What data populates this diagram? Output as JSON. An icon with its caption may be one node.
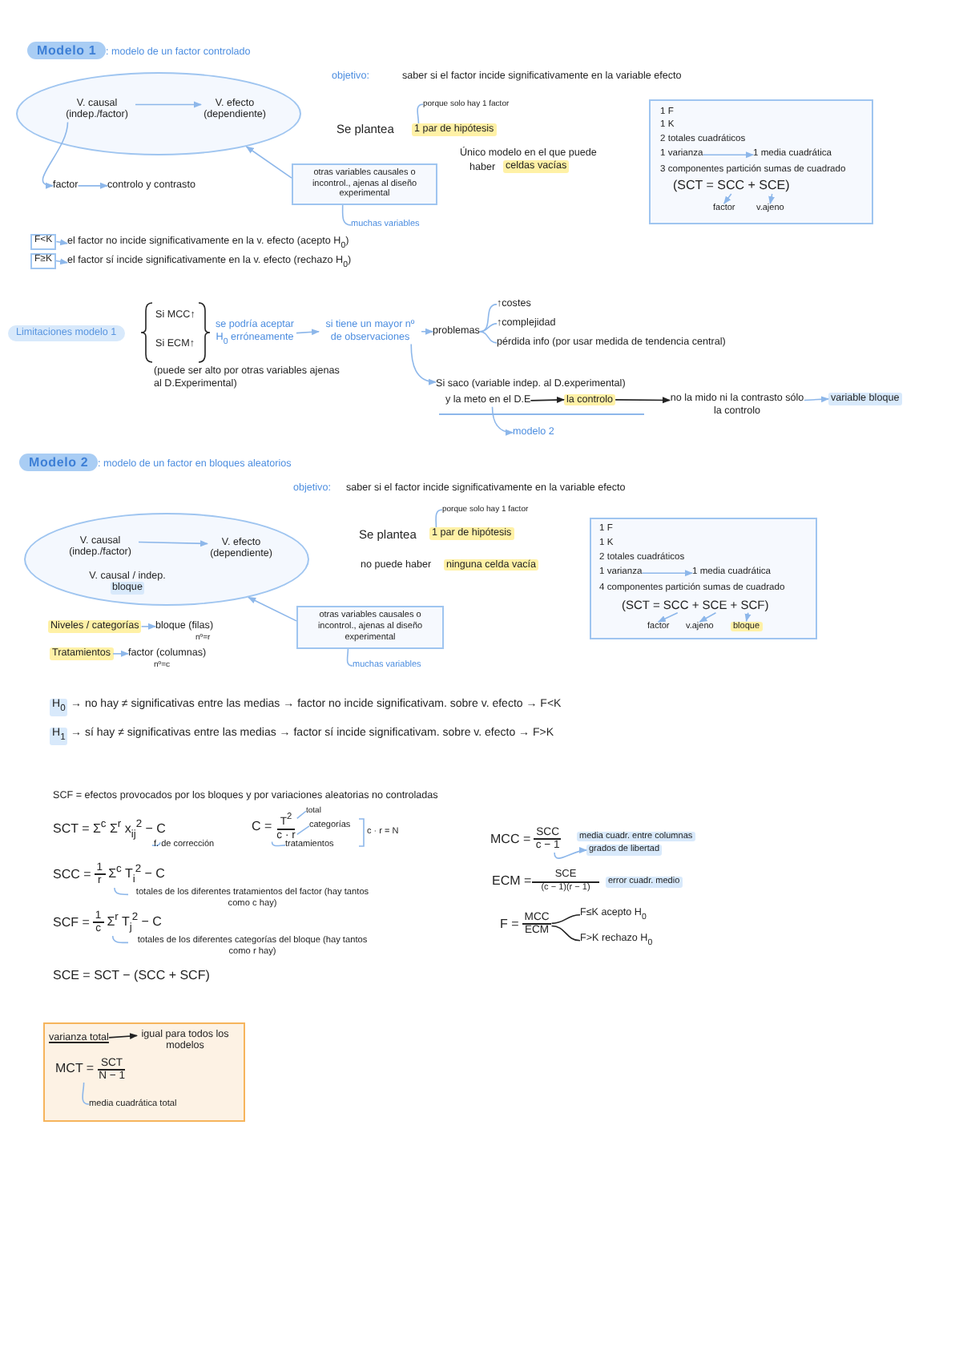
{
  "diagram": {
    "nodes": [
      {
        "text": [
          "Modelo 1"
        ],
        "beside": [
          ": modelo de un factor controlado"
        ]
      },
      {
        "text": [],
        "shape": "ellipse"
      },
      {
        "text": [
          "V. causal (indep./factor)"
        ],
        "in": 1
      },
      {
        "text": [
          "V. efecto (dependiente)"
        ],
        "in": 1
      },
      {
        "text": [
          "factor"
        ]
      },
      {
        "text": [
          "controlo y contrasto"
        ]
      },
      {
        "text": [
          "otras variables causales o incontrol., ajenas al diseño experimental"
        ]
      },
      {
        "text": [
          "muchas variables"
        ]
      },
      {
        "text": [
          "porque solo hay 1 factor"
        ]
      },
      {
        "text": [
          "1 par de hipótesis"
        ]
      },
      {
        "text": [
          "1 F",
          "1 K",
          "2 totales cuadráticos",
          "3 componentes partición sumas de cuadrado"
        ]
      },
      {
        "text": [
          "1 varianza"
        ],
        "in": 10
      },
      {
        "text": [
          "1 media cuadrática"
        ],
        "in": 10
      },
      {
        "text": [
          "(SCT = SCC + SCE)"
        ],
        "in": 10
      },
      {
        "text": [
          "factor"
        ],
        "in": 10
      },
      {
        "text": [
          "v.ajeno"
        ],
        "in": 10
      },
      {
        "text": [
          "F<K"
        ]
      },
      {
        "text": [
          "el factor no incide significativamente en la v. efecto (acepto H$_{0}$)"
        ]
      },
      {
        "text": [
          "F≥K"
        ]
      },
      {
        "text": [
          "el factor sí incide significativamente en la v. efecto (rechazo H$_{0}$)"
        ]
      },
      {
        "text": [
          "Limitaciones modelo 1"
        ]
      },
      {
        "text": [
          "se podría aceptar H$_{0}$ erróneamente"
        ]
      },
      {
        "text": [
          "si tiene un mayor nº de observaciones"
        ]
      },
      {
        "text": [
          "problemas"
        ]
      },
      {
        "text": [
          "↑costes"
        ]
      },
      {
        "text": [
          "↑complejidad"
        ]
      },
      {
        "text": [
          "pérdida info (por usar medida de tendencia central)"
        ]
      },
      {
        "text": [
          "Si saco (variable indep. al D.experimental)"
        ]
      },
      {
        "text": [
          "y la meto en el D.E"
        ]
      },
      {
        "text": [
          "la controlo"
        ]
      },
      {
        "text": [
          "no la mido ni la contrasto sólo la controlo"
        ]
      },
      {
        "text": [
          "variable bloque"
        ]
      },
      {
        "text": [
          "modelo 2"
        ]
      },
      {
        "text": [
          "Modelo 2"
        ],
        "beside": [
          ": modelo de un factor en bloques aleatorios"
        ]
      },
      {
        "text": [],
        "shape": "ellipse"
      },
      {
        "text": [
          "V. causal (indep./factor)"
        ],
        "in": 34
      },
      {
        "text": [
          "V. efecto (dependiente)"
        ],
        "in": 34
      },
      {
        "text": [
          "V. causal / indep.",
          "bloque"
        ],
        "in": 34
      },
      {
        "text": [
          "otras variables causales o incontrol., ajenas al diseño experimental"
        ]
      },
      {
        "text": [
          "muchas variables"
        ]
      },
      {
        "text": [
          "porque solo hay 1 factor"
        ]
      },
      {
        "text": [
          "1 par de hipótesis"
        ]
      },
      {
        "text": [
          "1 F",
          "1 K",
          "2 totales cuadráticos",
          "4 componentes partición sumas de cuadrado"
        ]
      },
      {
        "text": [
          "1 varianza"
        ],
        "in": 42
      },
      {
        "text": [
          "1 media cuadrática"
        ],
        "in": 42
      },
      {
        "text": [
          "(SCT = SCC + SCE + SCF)"
        ],
        "in": 42
      },
      {
        "text": [
          "factor"
        ],
        "in": 42
      },
      {
        "text": [
          "v.ajeno"
        ],
        "in": 42
      },
      {
        "text": [
          "bloque"
        ],
        "in": 42
      },
      {
        "text": [
          "Niveles / categorías"
        ]
      },
      {
        "text": [
          "bloque (filas)"
        ],
        "beside": [
          "nº=r"
        ]
      },
      {
        "text": [
          "Tratamientos"
        ]
      },
      {
        "text": [
          "factor (columnas)"
        ],
        "beside": [
          "nº=c"
        ]
      },
      {
        "text": [
          "SCT = Σ$^{c}$ Σ$^{r}$ x$_{ij}$$^{2}$ − C"
        ]
      },
      {
        "text": [
          "f. de corrección"
        ]
      },
      {
        "text": [
          "C =",
          "T$^{2}$",
          "c · r"
        ]
      },
      {
        "text": [
          "total"
        ]
      },
      {
        "text": [
          "categorías"
        ]
      },
      {
        "text": [
          "tratamientos"
        ]
      },
      {
        "text": [
          "SCC =",
          "1",
          "r",
          "Σ$^{c}$ T$_{i}$$^{2}$ − C"
        ]
      },
      {
        "text": [
          "totales de los diferentes tratamientos del factor (hay tantos como c hay)"
        ]
      },
      {
        "text": [
          "SCF =",
          "1",
          "c",
          "Σ$^{r}$ T$_{j}$$^{2}$ − C"
        ]
      },
      {
        "text": [
          "totales de los diferentes categorías del bloque (hay tantos como r hay)"
        ]
      },
      {
        "text": [
          "MCC =",
          "SCC",
          "c − 1"
        ]
      },
      {
        "text": [
          "grados de libertad"
        ]
      },
      {
        "text": [
          "F =",
          "MCC",
          "ECM"
        ]
      },
      {
        "text": [
          "F≤K acepto H$_{0}$"
        ]
      },
      {
        "text": [
          "F>K rechazo H$_{0}$"
        ]
      },
      {
        "text": [],
        "shape": "box"
      },
      {
        "text": [
          "varianza total"
        ],
        "in": 68
      },
      {
        "text": [
          "igual para todos los modelos"
        ],
        "in": 68
      },
      {
        "text": [
          "MCT =",
          "SCT",
          "N − 1"
        ],
        "in": 68
      },
      {
        "text": [
          "media cuadrática total"
        ],
        "in": 68
      }
    ],
    "edges": [
      {
        "from": 2,
        "to": 3,
        "arrow": "to"
      },
      {
        "from": 2,
        "to": 4,
        "arrow": "to"
      },
      {
        "from": 4,
        "to": 5,
        "arrow": "to"
      },
      {
        "from": 6,
        "to": 1,
        "arrow": "to"
      },
      {
        "from": 6,
        "to": 7,
        "arrow": "none"
      },
      {
        "from": 8,
        "to": 9,
        "arrow": "none"
      },
      {
        "from": 11,
        "to": 12,
        "arrow": "to"
      },
      {
        "from": 13,
        "to": 14,
        "arrow": "to"
      },
      {
        "from": 13,
        "to": 15,
        "arrow": "to"
      },
      {
        "from": 16,
        "to": 17,
        "arrow": "to"
      },
      {
        "from": 18,
        "to": 19,
        "arrow": "to"
      },
      {
        "from": 21,
        "to": 22,
        "arrow": "to"
      },
      {
        "from": 22,
        "to": 23,
        "arrow": "to"
      },
      {
        "from": 23,
        "to": 24,
        "arrow": "none"
      },
      {
        "from": 23,
        "to": 25,
        "arrow": "none"
      },
      {
        "from": 23,
        "to": 26,
        "arrow": "none"
      },
      {
        "from": 22,
        "to": 27,
        "arrow": "to"
      },
      {
        "from": 28,
        "to": 29,
        "arrow": "to",
        "color": "#222222"
      },
      {
        "from": 29,
        "to": 30,
        "arrow": "to",
        "color": "#222222"
      },
      {
        "from": 30,
        "to": 31,
        "arrow": "to"
      },
      {
        "from": 28,
        "to": 32,
        "arrow": "to"
      },
      {
        "from": 35,
        "to": 36,
        "arrow": "to"
      },
      {
        "from": 38,
        "to": 34,
        "arrow": "to"
      },
      {
        "from": 38,
        "to": 39,
        "arrow": "none"
      },
      {
        "from": 40,
        "to": 41,
        "arrow": "none"
      },
      {
        "from": 43,
        "to": 44,
        "arrow": "to"
      },
      {
        "from": 45,
        "to": 46,
        "arrow": "to"
      },
      {
        "from": 45,
        "to": 47,
        "arrow": "to"
      },
      {
        "from": 45,
        "to": 48,
        "arrow": "to"
      },
      {
        "from": 49,
        "to": 50,
        "arrow": "to"
      },
      {
        "from": 51,
        "to": 52,
        "arrow": "to"
      },
      {
        "from": 53,
        "to": 54,
        "arrow": "none"
      },
      {
        "from": 55,
        "to": 56,
        "arrow": "none"
      },
      {
        "from": 55,
        "to": 57,
        "arrow": "none"
      },
      {
        "from": 55,
        "to": 58,
        "arrow": "none"
      },
      {
        "from": 59,
        "to": 60,
        "arrow": "none"
      },
      {
        "from": 61,
        "to": 62,
        "arrow": "none"
      },
      {
        "from": 63,
        "to": 64,
        "arrow": "to"
      },
      {
        "from": 65,
        "to": 66,
        "arrow": "none",
        "color": "#222222"
      },
      {
        "from": 65,
        "to": 67,
        "arrow": "none",
        "color": "#222222"
      },
      {
        "from": 69,
        "to": 70,
        "arrow": "to",
        "color": "#222222"
      },
      {
        "from": 71,
        "to": 72,
        "arrow": "none"
      }
    ],
    "labels": [
      "objetivo:",
      "saber si el factor incide significativamente en la variable efecto",
      "Se plantea",
      "Único modelo en el que puede",
      "haber",
      "celdas vacías",
      "Si MCC↑",
      "Si ECM↑",
      "(puede ser alto por otras variables ajenas al D.Experimental)",
      "objetivo:",
      "saber si el factor incide significativamente en la variable efecto",
      "Se plantea",
      "no puede haber",
      "ninguna celda vacía",
      "H$_{0}$",
      "→ no hay ≠ significativas entre las medias → factor no incide significativam. sobre v. efecto → F<K",
      "H$_{1}$",
      "→ sí hay ≠ significativas entre las medias → factor sí incide significativam. sobre v. efecto → F>K",
      "SCF = efectos provocados por los bloques y por variaciones aleatorias no controladas",
      "c · r = N",
      "SCE = SCT − (SCC + SCF)",
      "media cuadr. entre columnas",
      "ECM =",
      "SCE",
      "(c − 1)(r − 1)",
      "error cuadr. medio"
    ]
  }
}
